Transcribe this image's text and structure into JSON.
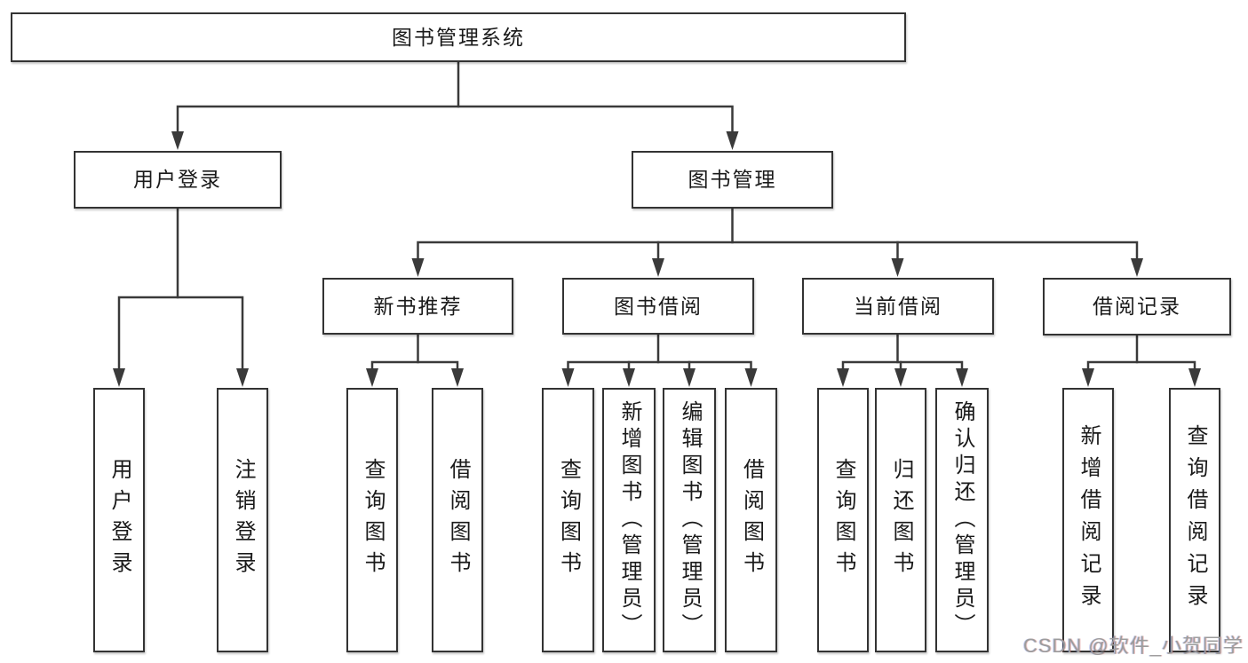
{
  "tree": {
    "root": "图书管理系统",
    "children": [
      {
        "label": "用户登录",
        "children": [
          {
            "label": "用户登录"
          },
          {
            "label": "注销登录"
          }
        ]
      },
      {
        "label": "图书管理",
        "children": [
          {
            "label": "新书推荐",
            "children": [
              {
                "label": "查询图书"
              },
              {
                "label": "借阅图书"
              }
            ]
          },
          {
            "label": "图书借阅",
            "children": [
              {
                "label": "查询图书"
              },
              {
                "label": "新增图书（管理员）"
              },
              {
                "label": "编辑图书（管理员）"
              },
              {
                "label": "借阅图书"
              }
            ]
          },
          {
            "label": "当前借阅",
            "children": [
              {
                "label": "查询图书"
              },
              {
                "label": "归还图书"
              },
              {
                "label": "确认归还（管理员）"
              }
            ]
          },
          {
            "label": "借阅记录",
            "children": [
              {
                "label": "新增借阅记录"
              },
              {
                "label": "查询借阅记录"
              }
            ]
          }
        ]
      }
    ]
  },
  "watermark": "CSDN @软件_小贺同学",
  "colors": {
    "line": "#3a3a3a",
    "box_border": "#333333",
    "text": "#1a1a1a",
    "watermark": "#9c9c9c",
    "background": "#ffffff"
  }
}
